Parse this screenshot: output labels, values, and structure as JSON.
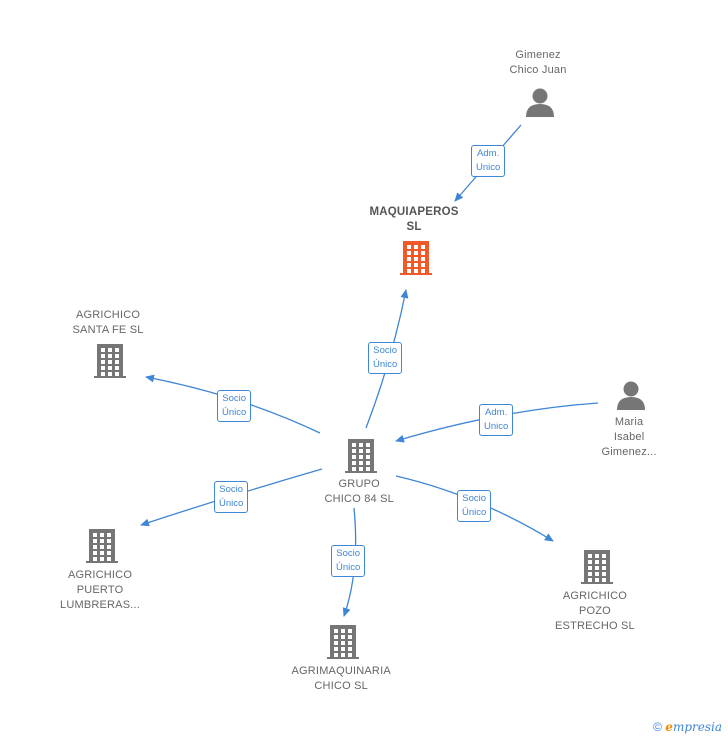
{
  "colors": {
    "edge": "#3f86d6",
    "node": "#767676",
    "focus_node": "#f05a28"
  },
  "nodes": {
    "gimenez_chico_juan": {
      "type": "person",
      "label": [
        "Gimenez",
        "Chico Juan"
      ]
    },
    "maquiaperos": {
      "type": "company-focus",
      "label": [
        "MAQUIAPEROS",
        "SL"
      ]
    },
    "agrichico_santa_fe": {
      "type": "company",
      "label": [
        "AGRICHICO",
        "SANTA FE  SL"
      ]
    },
    "maria_isabel": {
      "type": "person",
      "label": [
        "Maria",
        "Isabel",
        "Gimenez..."
      ]
    },
    "grupo_chico_84": {
      "type": "company",
      "label": [
        "GRUPO",
        "CHICO 84  SL"
      ]
    },
    "agrichico_puerto": {
      "type": "company",
      "label": [
        "AGRICHICO",
        "PUERTO",
        "LUMBRERAS..."
      ]
    },
    "agrichico_pozo": {
      "type": "company",
      "label": [
        "AGRICHICO",
        "POZO",
        "ESTRECHO  SL"
      ]
    },
    "agrimaquinaria": {
      "type": "company",
      "label": [
        "AGRIMAQUINARIA",
        "CHICO SL"
      ]
    }
  },
  "edges": [
    {
      "from": "gimenez_chico_juan",
      "to": "maquiaperos",
      "label": [
        "Adm.",
        "Unico"
      ]
    },
    {
      "from": "grupo_chico_84",
      "to": "maquiaperos",
      "label": [
        "Socio",
        "Único"
      ]
    },
    {
      "from": "grupo_chico_84",
      "to": "agrichico_santa_fe",
      "label": [
        "Socio",
        "Único"
      ]
    },
    {
      "from": "maria_isabel",
      "to": "grupo_chico_84",
      "label": [
        "Adm.",
        "Unico"
      ]
    },
    {
      "from": "grupo_chico_84",
      "to": "agrichico_puerto",
      "label": [
        "Socio",
        "Único"
      ]
    },
    {
      "from": "grupo_chico_84",
      "to": "agrichico_pozo",
      "label": [
        "Socio",
        "Único"
      ]
    },
    {
      "from": "grupo_chico_84",
      "to": "agrimaquinaria",
      "label": [
        "Socio",
        "Único"
      ]
    }
  ],
  "footer": {
    "copyright": "©",
    "brand_first": "e",
    "brand_rest": "mpresia"
  }
}
